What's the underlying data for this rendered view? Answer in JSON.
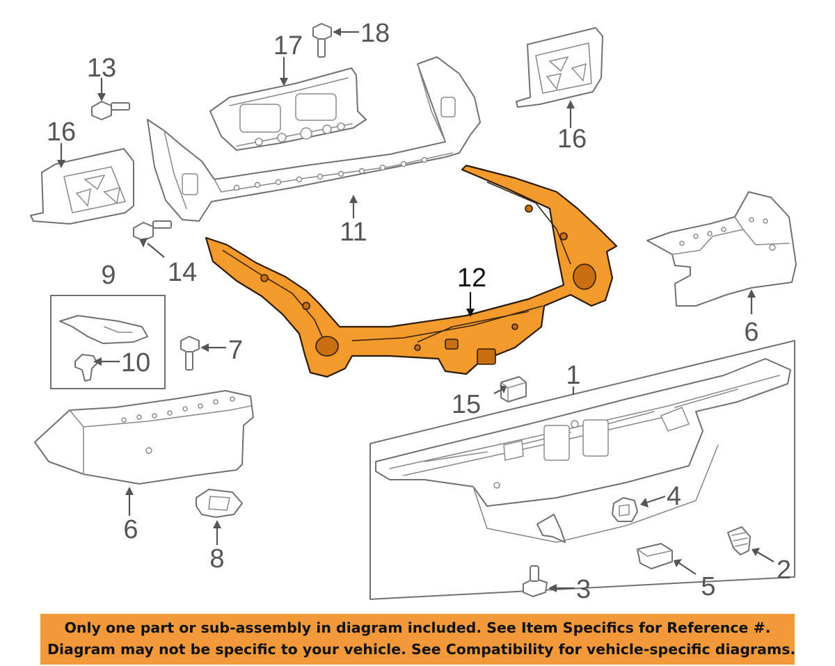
{
  "diagram": {
    "callouts": {
      "c1": "1",
      "c2": "2",
      "c3": "3",
      "c4": "4",
      "c5": "5",
      "c6_left": "6",
      "c6_right": "6",
      "c7": "7",
      "c8": "8",
      "c9": "9",
      "c10": "10",
      "c11": "11",
      "c12": "12",
      "c13": "13",
      "c14": "14",
      "c15": "15",
      "c16_left": "16",
      "c16_right": "16",
      "c17": "17",
      "c18": "18"
    },
    "colors": {
      "highlight": "#f39a2c",
      "banner": "#f29a3a",
      "line": "#707070"
    }
  },
  "banner": {
    "line1": "Only one part or sub-assembly in diagram included. See Item Specifics for Reference #.",
    "line2": "Diagram may not be specific to your vehicle. See Compatibility for vehicle-specific diagrams."
  }
}
